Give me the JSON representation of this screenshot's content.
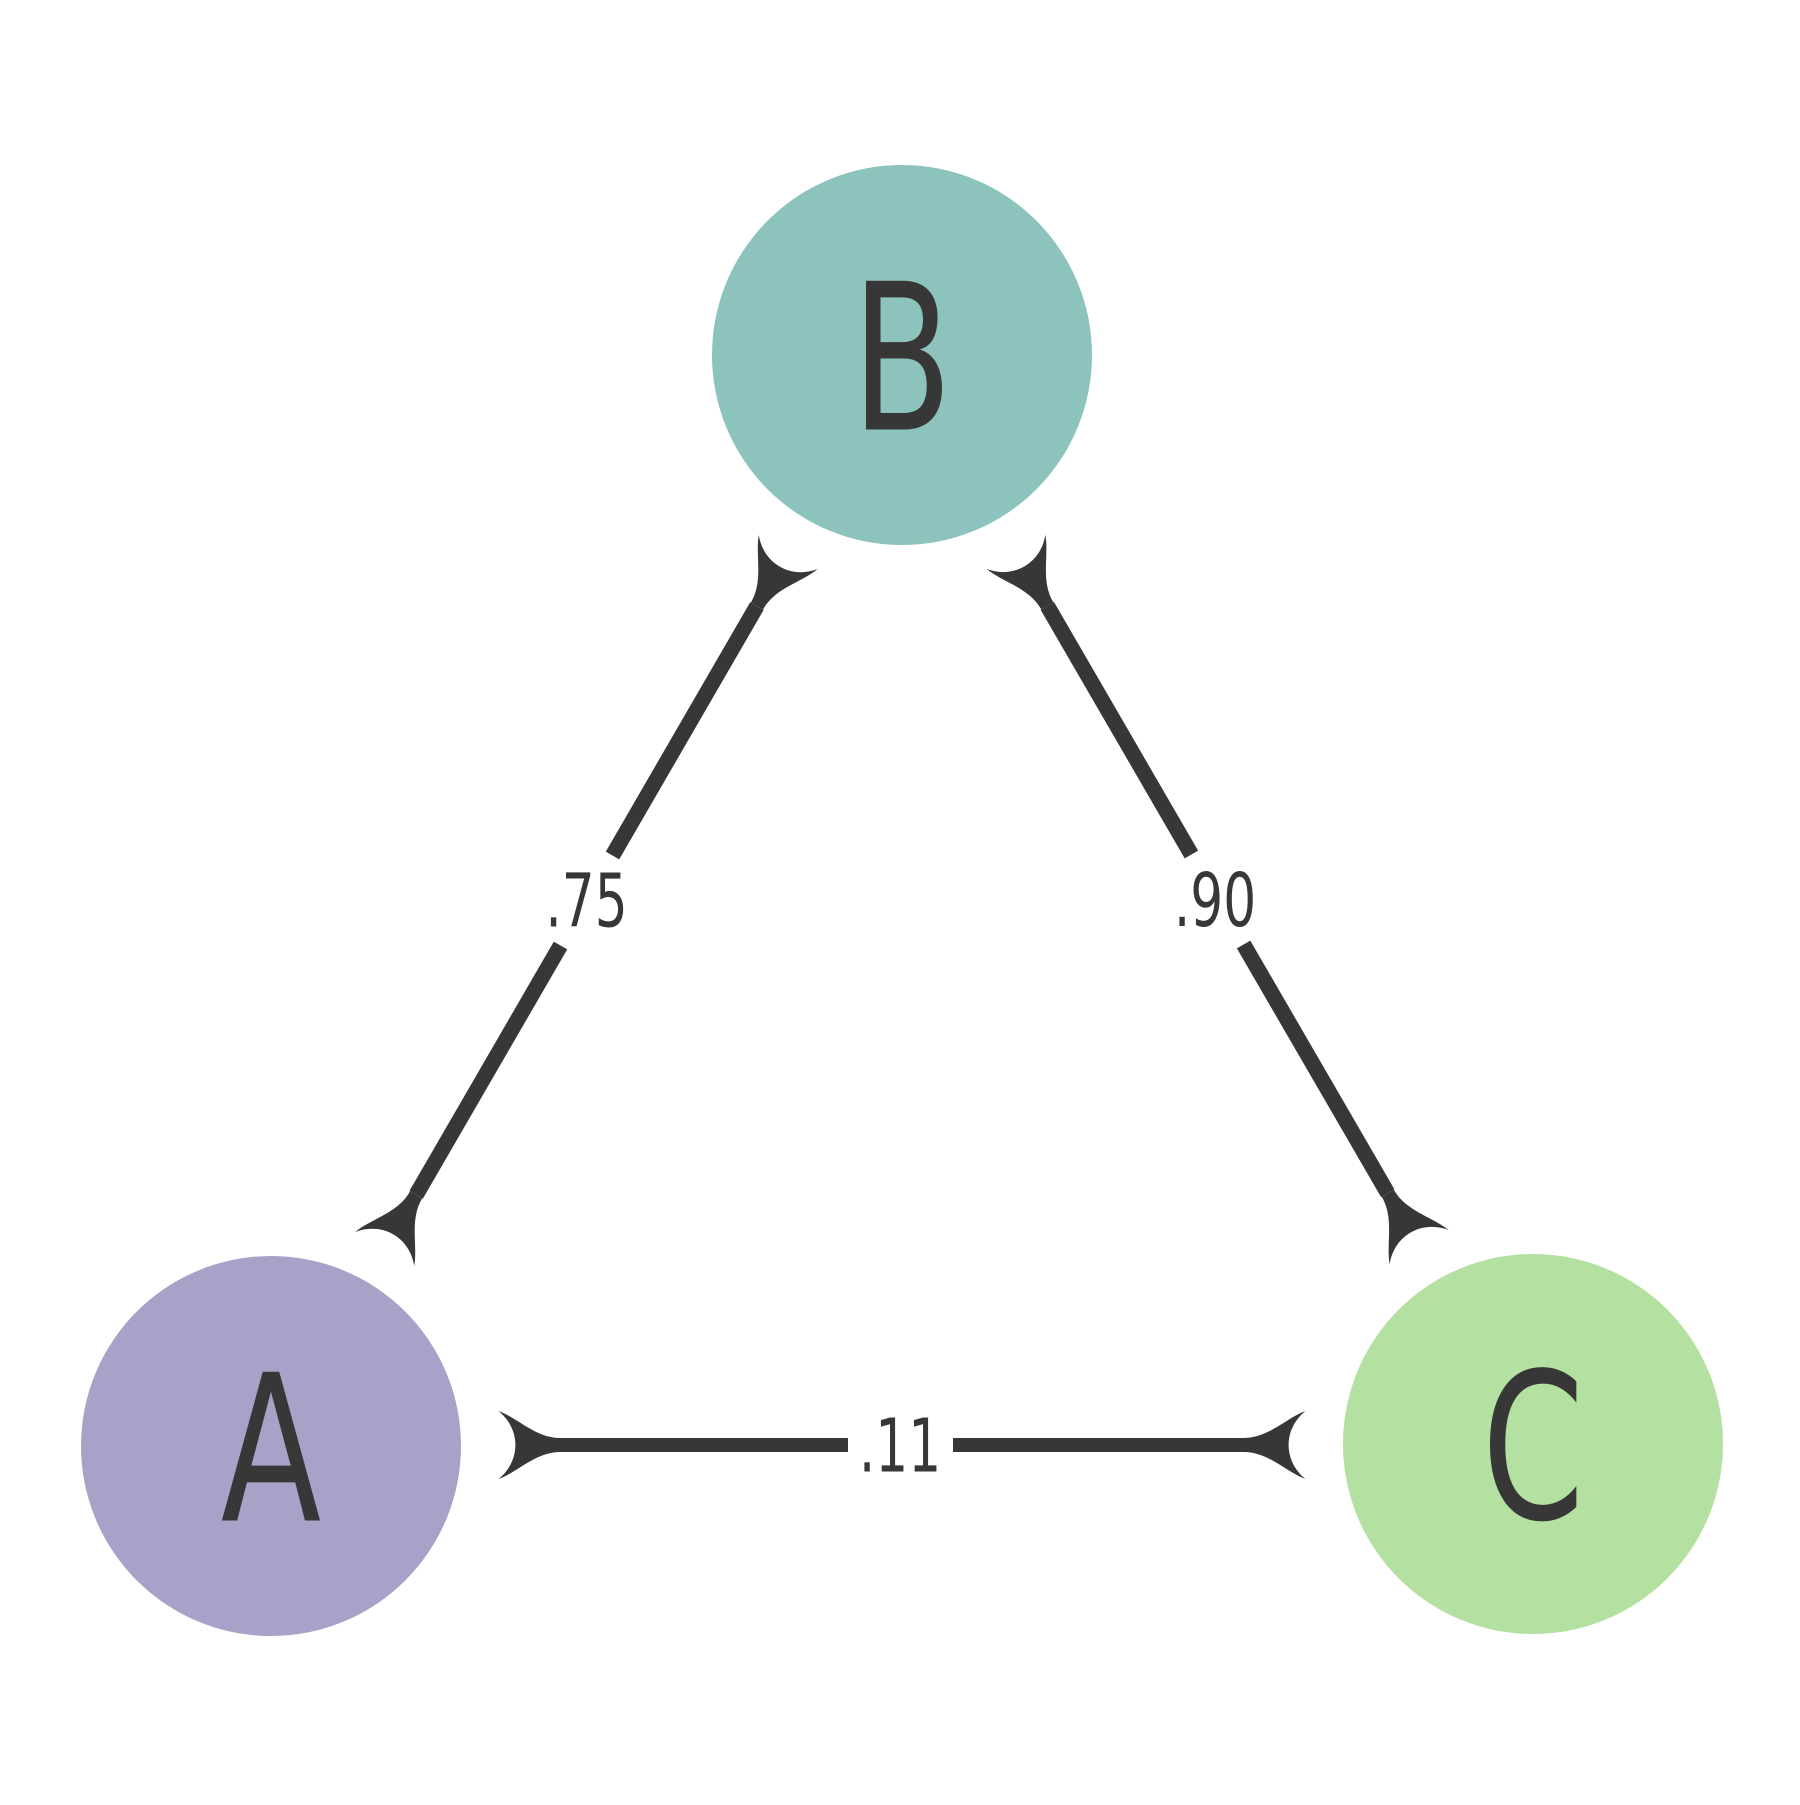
{
  "diagram": {
    "type": "graph",
    "background_color": "#ffffff",
    "ink_color": "#373737",
    "nodes": [
      {
        "id": "A",
        "label": "A",
        "fill": "#a7a2c8"
      },
      {
        "id": "B",
        "label": "B",
        "fill": "#8cc3bd"
      },
      {
        "id": "C",
        "label": "C",
        "fill": "#b4e0a1"
      }
    ],
    "edges": [
      {
        "from": "A",
        "to": "B",
        "label": ".75",
        "arrows": "both"
      },
      {
        "from": "B",
        "to": "C",
        "label": ".90",
        "arrows": "both"
      },
      {
        "from": "A",
        "to": "C",
        "label": ".11",
        "arrows": "both"
      }
    ]
  }
}
